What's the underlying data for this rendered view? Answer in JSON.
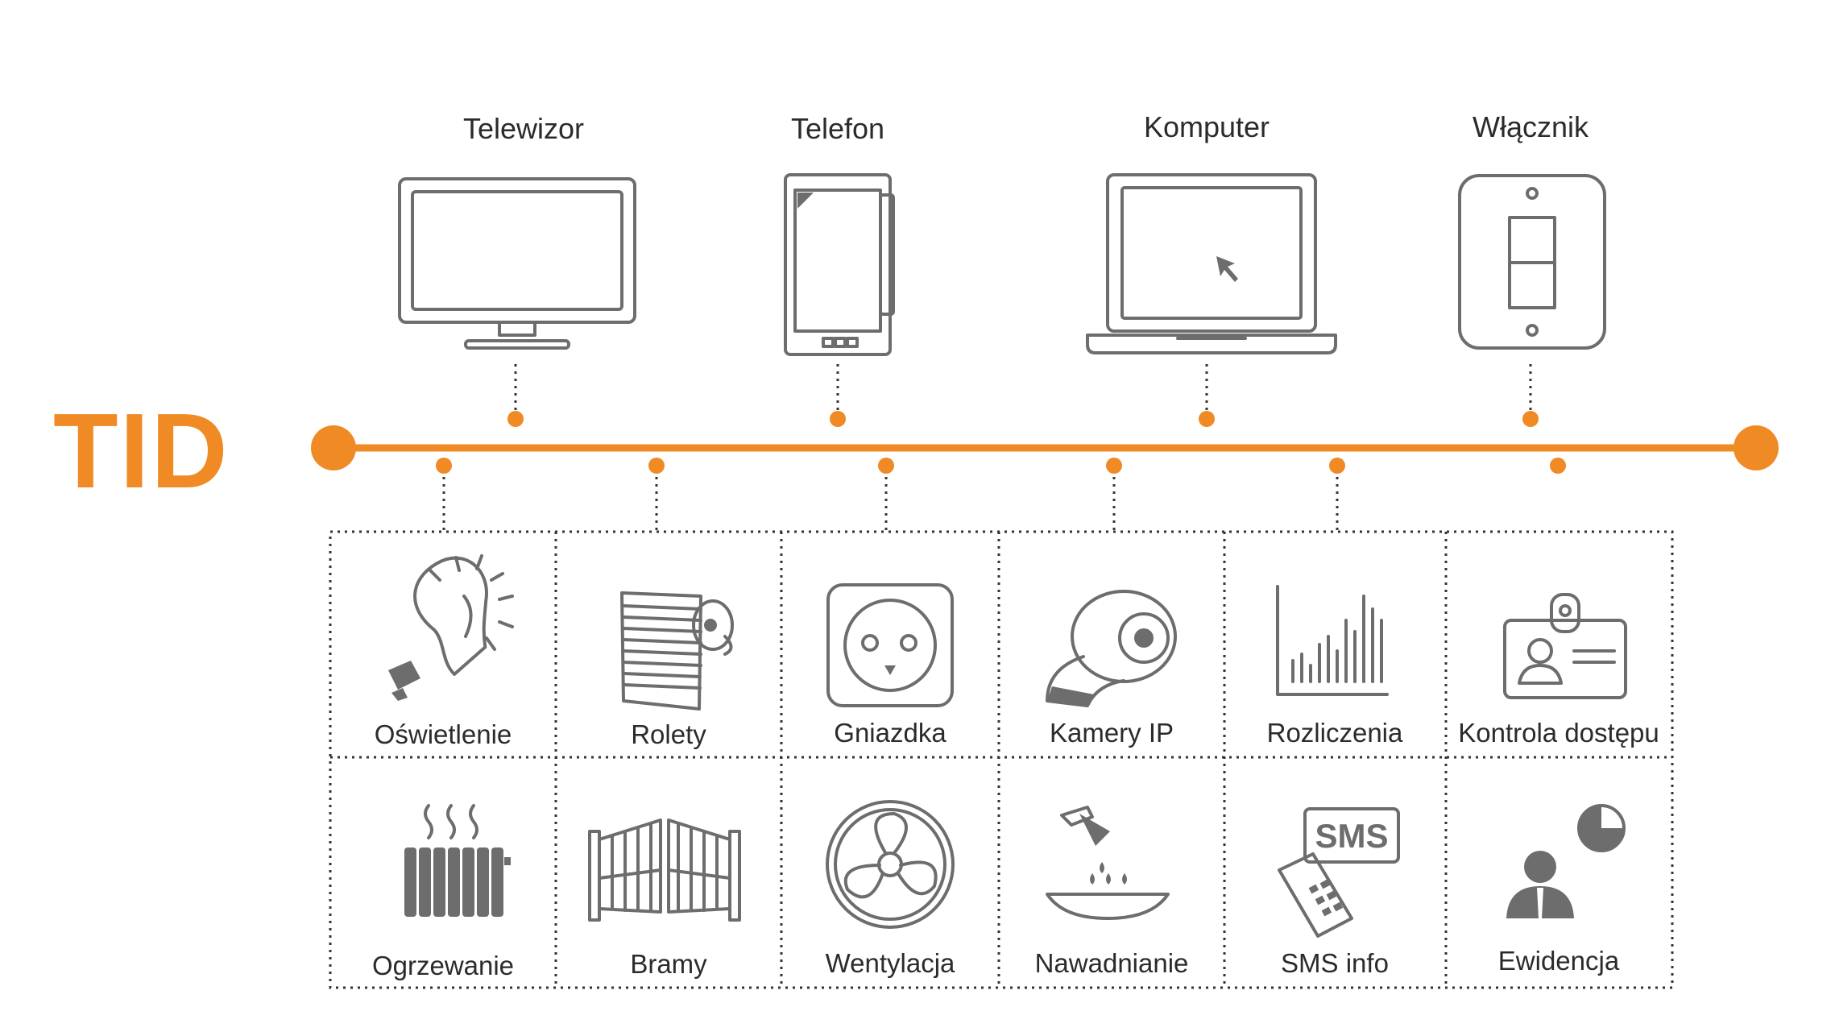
{
  "title": "TID",
  "accent_color": "#f08a24",
  "icon_color": "#6d6d6d",
  "devices": [
    {
      "label": "Telewizor",
      "icon": "tv-icon"
    },
    {
      "label": "Telefon",
      "icon": "phone-icon"
    },
    {
      "label": "Komputer",
      "icon": "laptop-icon"
    },
    {
      "label": "Włącznik",
      "icon": "switch-icon"
    }
  ],
  "modules": [
    {
      "label": "Oświetlenie",
      "icon": "light-bulb-icon"
    },
    {
      "label": "Rolety",
      "icon": "roller-blind-icon"
    },
    {
      "label": "Gniazdka",
      "icon": "socket-icon"
    },
    {
      "label": "Kamery IP",
      "icon": "ip-camera-icon"
    },
    {
      "label": "Rozliczenia",
      "icon": "bar-chart-icon"
    },
    {
      "label": "Kontrola dostępu",
      "icon": "id-badge-icon"
    },
    {
      "label": "Ogrzewanie",
      "icon": "radiator-icon"
    },
    {
      "label": "Bramy",
      "icon": "gate-icon"
    },
    {
      "label": "Wentylacja",
      "icon": "fan-icon"
    },
    {
      "label": "Nawadnianie",
      "icon": "irrigation-icon"
    },
    {
      "label": "SMS info",
      "icon": "sms-icon"
    },
    {
      "label": "Ewidencja",
      "icon": "employee-record-icon"
    }
  ]
}
